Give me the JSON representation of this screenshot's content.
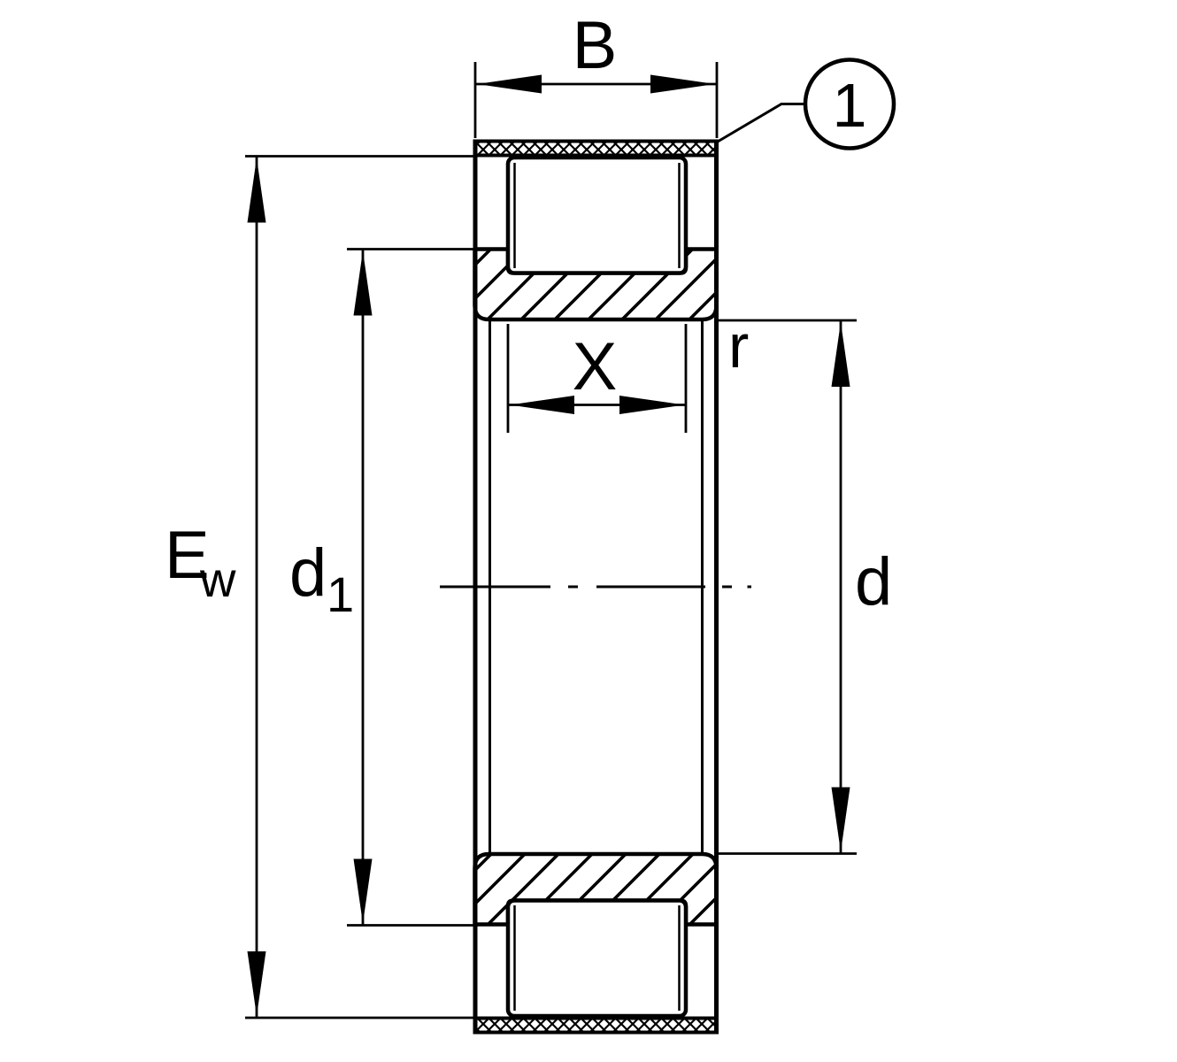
{
  "drawing": {
    "background_color": "#ffffff",
    "line_color": "#000000",
    "labels": {
      "width_top": "B",
      "callout_number": "1",
      "outer_raceway_main": "E",
      "outer_raceway_sub": "w",
      "rib_diameter_main": "d",
      "rib_diameter_sub": "1",
      "bore_diameter": "d",
      "roller_set_width": "X",
      "chamfer_radius": "r"
    }
  }
}
